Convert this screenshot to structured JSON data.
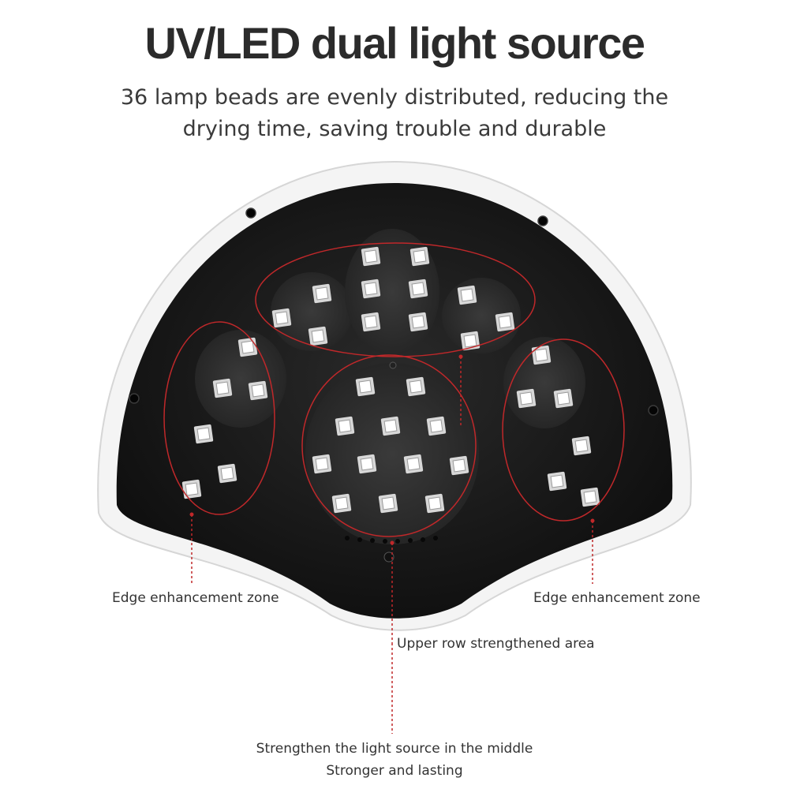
{
  "headline": "UV/LED dual light source",
  "subheadline": "36 lamp beads are evenly distributed, reducing the drying time, saving trouble and durable",
  "callouts": {
    "left_edge": "Edge enhancement zone",
    "right_edge": "Edge enhancement zone",
    "upper_row": "Upper row strengthened area",
    "middle_line1": "Strengthen the light source in the middle",
    "middle_line2": "Stronger and lasting"
  },
  "colors": {
    "lamp_body": "#1a1a1a",
    "lamp_rim": "#f2f2f2",
    "highlight_ring": "#c0282a",
    "led": "#ffffff"
  }
}
